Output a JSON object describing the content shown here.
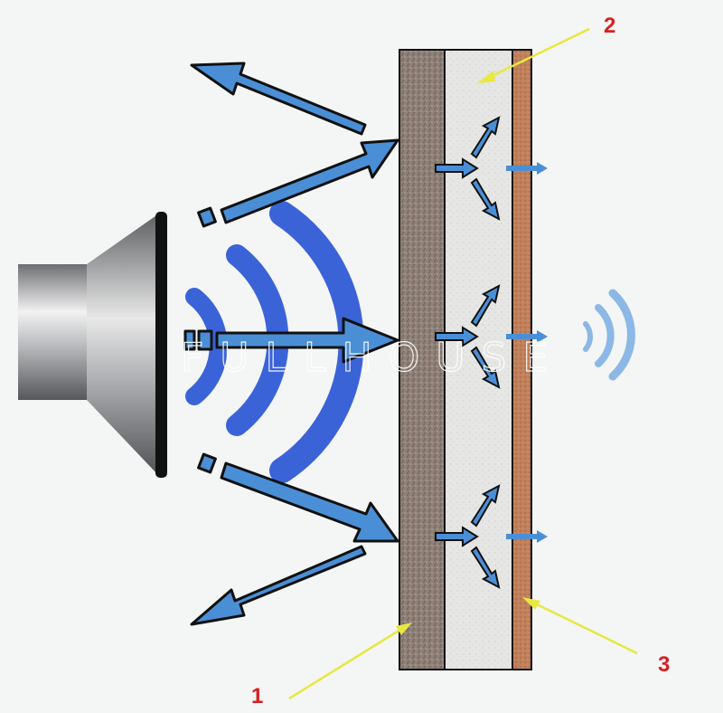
{
  "diagram": {
    "labels": {
      "layer1": "1",
      "layer2": "2",
      "layer3": "3"
    },
    "watermark": "FULLHOUSE",
    "colors": {
      "background": "#f4f5f5",
      "arrow_blue": "#4a8fd6",
      "wave_blue": "#3b63d8",
      "layer1": "#8f8178",
      "layer2": "#e6e6e4",
      "layer3": "#c0805a",
      "label_red": "#d81f1f",
      "pointer_yellow": "#e8e840"
    },
    "icons": [
      "speaker-icon",
      "sound-wave-icon",
      "reflected-arrow-icon",
      "transmitted-arrow-icon"
    ]
  }
}
